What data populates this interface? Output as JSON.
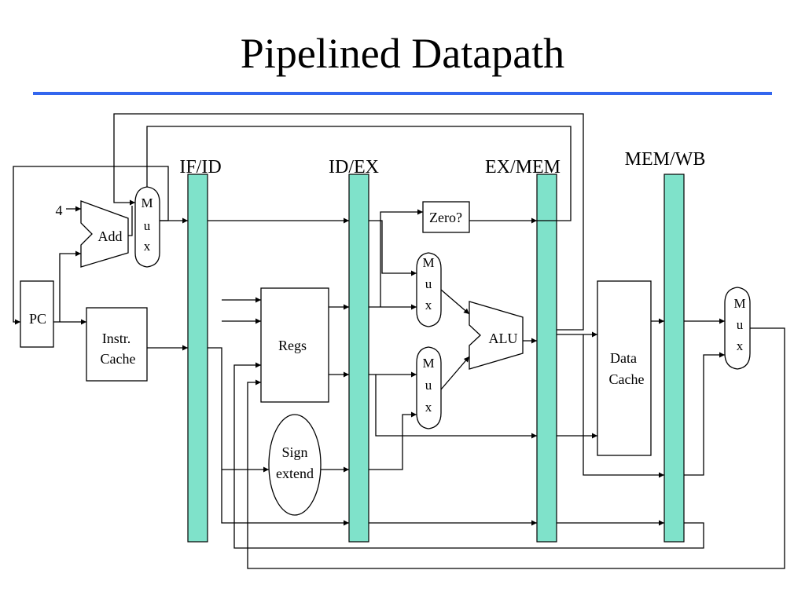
{
  "title": "Pipelined Datapath",
  "colors": {
    "title_rule": "#3366ee",
    "pipeline_register": "#7fe2ca",
    "wire": "#000000"
  },
  "pipeline_registers": [
    "IF/ID",
    "ID/EX",
    "EX/MEM",
    "MEM/WB"
  ],
  "components": {
    "constant_four": "4",
    "add": "Add",
    "pc": "PC",
    "instr_cache": [
      "Instr.",
      "Cache"
    ],
    "regs": "Regs",
    "sign_extend": [
      "Sign",
      "extend"
    ],
    "zero_test": "Zero?",
    "alu": "ALU",
    "data_cache": [
      "Data",
      "Cache"
    ],
    "mux": [
      "M",
      "u",
      "x"
    ]
  }
}
